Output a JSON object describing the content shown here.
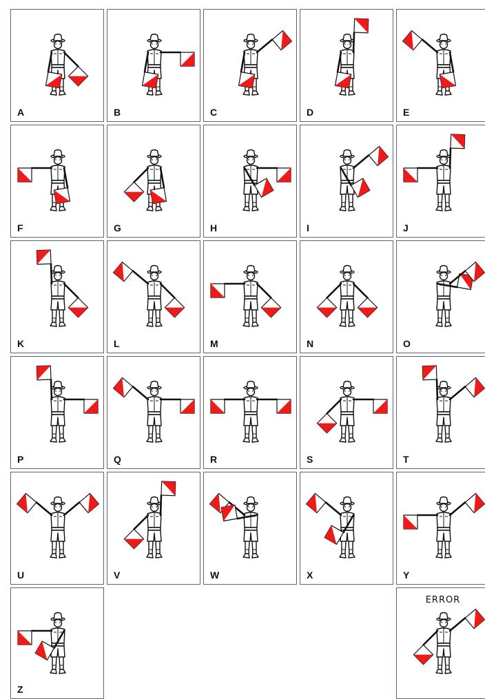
{
  "colors": {
    "flag_red": "#ee1b1b",
    "flag_white": "#ffffff",
    "outline": "#111111",
    "cell_border": "#5b6670"
  },
  "cells": [
    {
      "letter": "A",
      "left": "down",
      "right": "low"
    },
    {
      "letter": "B",
      "left": "down",
      "right": "side"
    },
    {
      "letter": "C",
      "left": "down",
      "right": "high"
    },
    {
      "letter": "D",
      "left": "down",
      "right": "up"
    },
    {
      "letter": "E",
      "left": "high",
      "right": "down"
    },
    {
      "letter": "F",
      "left": "side",
      "right": "down"
    },
    {
      "letter": "G",
      "left": "low",
      "right": "down"
    },
    {
      "letter": "H",
      "left": "across_low",
      "right": "side"
    },
    {
      "letter": "I",
      "left": "across_low",
      "right": "high"
    },
    {
      "letter": "J",
      "left": "side",
      "right": "up"
    },
    {
      "letter": "K",
      "left": "up",
      "right": "low"
    },
    {
      "letter": "L",
      "left": "high",
      "right": "low"
    },
    {
      "letter": "M",
      "left": "side",
      "right": "low"
    },
    {
      "letter": "N",
      "left": "low",
      "right": "low"
    },
    {
      "letter": "O",
      "left": "across_side",
      "right": "high"
    },
    {
      "letter": "P",
      "left": "up",
      "right": "side"
    },
    {
      "letter": "Q",
      "left": "high",
      "right": "side"
    },
    {
      "letter": "R",
      "left": "side",
      "right": "side"
    },
    {
      "letter": "S",
      "left": "low",
      "right": "side"
    },
    {
      "letter": "T",
      "left": "up",
      "right": "high"
    },
    {
      "letter": "U",
      "left": "high",
      "right": "high"
    },
    {
      "letter": "V",
      "left": "low",
      "right": "up"
    },
    {
      "letter": "W",
      "left": "high",
      "right": "across_side"
    },
    {
      "letter": "X",
      "left": "high",
      "right": "across_low"
    },
    {
      "letter": "Y",
      "left": "side",
      "right": "high"
    },
    {
      "letter": "Z",
      "left": "side",
      "right": "across_low"
    },
    {
      "letter": "",
      "left": "",
      "right": "",
      "empty": true
    },
    {
      "letter": "",
      "left": "",
      "right": "",
      "empty": true
    },
    {
      "letter": "",
      "left": "",
      "right": "",
      "empty": true
    },
    {
      "error_label": "ERROR",
      "left": "low",
      "right": "high"
    }
  ]
}
